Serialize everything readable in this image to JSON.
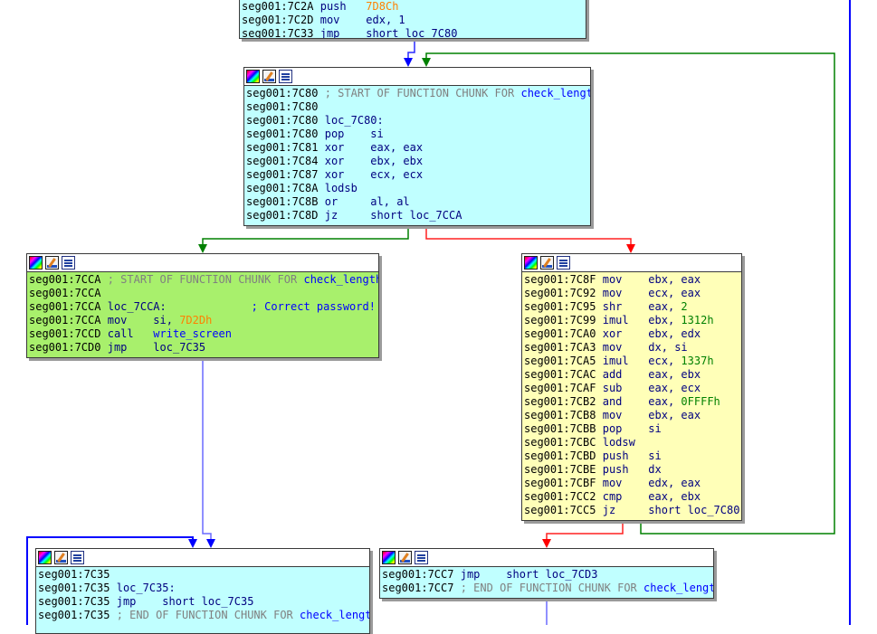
{
  "colors": {
    "edge_unconditional": "#0000ff",
    "edge_true": "#008000",
    "edge_false": "#ff0000",
    "node_normal": "#c0ffff",
    "node_selected": "#a8f06c",
    "node_highlight": "#ffffb8"
  },
  "icons": {
    "graph": "color-palette-icon",
    "rename": "rename-pencil-icon",
    "xrefs": "xref-list-icon"
  },
  "nodes": {
    "top": {
      "lines": [
        {
          "addr": "seg001:7C2A",
          "mn": "push",
          "op": "7D8Ch",
          "op_kind": "str"
        },
        {
          "addr": "seg001:7C2D",
          "mn": "mov",
          "op": "edx, 1",
          "op_kind": "op"
        },
        {
          "addr": "seg001:7C33",
          "mn": "jmp",
          "op": "short loc_7C80",
          "op_kind": "op"
        }
      ]
    },
    "loop_head": {
      "lines": [
        {
          "addr": "seg001:7C80",
          "mn": "; START OF FUNCTION CHUNK FOR",
          "op": "check_length",
          "op_kind": "chunk"
        },
        {
          "addr": "seg001:7C80",
          "mn": "",
          "op": "",
          "op_kind": "op"
        },
        {
          "addr": "seg001:7C80",
          "mn": "loc_7C80:",
          "op": "",
          "op_kind": "label"
        },
        {
          "addr": "seg001:7C80",
          "mn": "pop",
          "op": "si",
          "op_kind": "op"
        },
        {
          "addr": "seg001:7C81",
          "mn": "xor",
          "op": "eax, eax",
          "op_kind": "op"
        },
        {
          "addr": "seg001:7C84",
          "mn": "xor",
          "op": "ebx, ebx",
          "op_kind": "op"
        },
        {
          "addr": "seg001:7C87",
          "mn": "xor",
          "op": "ecx, ecx",
          "op_kind": "op"
        },
        {
          "addr": "seg001:7C8A",
          "mn": "lodsb",
          "op": "",
          "op_kind": "op"
        },
        {
          "addr": "seg001:7C8B",
          "mn": "or",
          "op": "al, al",
          "op_kind": "op"
        },
        {
          "addr": "seg001:7C8D",
          "mn": "jz",
          "op": "short loc_7CCA",
          "op_kind": "op"
        }
      ]
    },
    "success": {
      "lines": [
        {
          "addr": "seg001:7CCA",
          "mn": "; START OF FUNCTION CHUNK FOR",
          "op": "check_length",
          "op_kind": "chunk"
        },
        {
          "addr": "seg001:7CCA",
          "mn": "",
          "op": "",
          "op_kind": "op"
        },
        {
          "addr": "seg001:7CCA",
          "mn": "loc_7CCA:",
          "op": "; Correct password!",
          "op_kind": "labelcmt"
        },
        {
          "addr": "seg001:7CCA",
          "mn": "mov",
          "op": "si, ",
          "op2": "7D2Dh",
          "op_kind": "mixed"
        },
        {
          "addr": "seg001:7CCD",
          "mn": "call",
          "op": "write_screen",
          "op_kind": "sym"
        },
        {
          "addr": "seg001:7CD0",
          "mn": "jmp",
          "op": "loc_7C35",
          "op_kind": "op"
        }
      ]
    },
    "hash": {
      "lines": [
        {
          "addr": "seg001:7C8F",
          "mn": "mov",
          "op": "ebx, eax",
          "op_kind": "op"
        },
        {
          "addr": "seg001:7C92",
          "mn": "mov",
          "op": "ecx, eax",
          "op_kind": "op"
        },
        {
          "addr": "seg001:7C95",
          "mn": "shr",
          "op": "eax, ",
          "op2": "2",
          "op_kind": "num"
        },
        {
          "addr": "seg001:7C99",
          "mn": "imul",
          "op": "ebx, ",
          "op2": "1312h",
          "op_kind": "num"
        },
        {
          "addr": "seg001:7CA0",
          "mn": "xor",
          "op": "ebx, edx",
          "op_kind": "op"
        },
        {
          "addr": "seg001:7CA3",
          "mn": "mov",
          "op": "dx, si",
          "op_kind": "op"
        },
        {
          "addr": "seg001:7CA5",
          "mn": "imul",
          "op": "ecx, ",
          "op2": "1337h",
          "op_kind": "num"
        },
        {
          "addr": "seg001:7CAC",
          "mn": "add",
          "op": "eax, ebx",
          "op_kind": "op"
        },
        {
          "addr": "seg001:7CAF",
          "mn": "sub",
          "op": "eax, ecx",
          "op_kind": "op"
        },
        {
          "addr": "seg001:7CB2",
          "mn": "and",
          "op": "eax, ",
          "op2": "0FFFFh",
          "op_kind": "num"
        },
        {
          "addr": "seg001:7CB8",
          "mn": "mov",
          "op": "ebx, eax",
          "op_kind": "op"
        },
        {
          "addr": "seg001:7CBB",
          "mn": "pop",
          "op": "si",
          "op_kind": "op"
        },
        {
          "addr": "seg001:7CBC",
          "mn": "lodsw",
          "op": "",
          "op_kind": "op"
        },
        {
          "addr": "seg001:7CBD",
          "mn": "push",
          "op": "si",
          "op_kind": "op"
        },
        {
          "addr": "seg001:7CBE",
          "mn": "push",
          "op": "dx",
          "op_kind": "op"
        },
        {
          "addr": "seg001:7CBF",
          "mn": "mov",
          "op": "edx, eax",
          "op_kind": "op"
        },
        {
          "addr": "seg001:7CC2",
          "mn": "cmp",
          "op": "eax, ebx",
          "op_kind": "op"
        },
        {
          "addr": "seg001:7CC5",
          "mn": "jz",
          "op": "short loc_7C80",
          "op_kind": "op"
        }
      ]
    },
    "bottom_left": {
      "lines": [
        {
          "addr": "seg001:7C35",
          "mn": "",
          "op": "",
          "op_kind": "op"
        },
        {
          "addr": "seg001:7C35",
          "mn": "loc_7C35:",
          "op": "",
          "op_kind": "label"
        },
        {
          "addr": "seg001:7C35",
          "mn": "jmp",
          "op": "short loc_7C35",
          "op_kind": "op"
        },
        {
          "addr": "seg001:7C35",
          "mn": "; END OF FUNCTION CHUNK FOR",
          "op": "check_length",
          "op_kind": "chunk"
        }
      ]
    },
    "bottom_right": {
      "lines": [
        {
          "addr": "seg001:7CC7",
          "mn": "jmp",
          "op": "short loc_7CD3",
          "op_kind": "op"
        },
        {
          "addr": "seg001:7CC7",
          "mn": "; END OF FUNCTION CHUNK FOR",
          "op": "check_length",
          "op_kind": "chunk"
        }
      ]
    }
  }
}
